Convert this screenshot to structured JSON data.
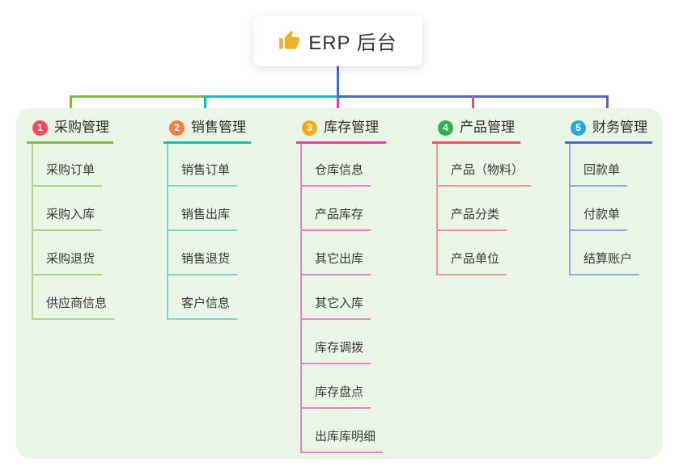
{
  "page": {
    "background": "#ffffff"
  },
  "panel": {
    "background": "#e9f5e5"
  },
  "root": {
    "title": "ERP 后台",
    "icon": "thumbs-up",
    "icon_color": "#efb02c",
    "stem_color": "#4a66d2"
  },
  "branches": [
    {
      "badge": "1",
      "label": "采购管理",
      "badge_color": "#f4485f",
      "line_color": "#82bb42",
      "child_line_color": "#aed581",
      "children": [
        "采购订单",
        "采购入库",
        "采购退货",
        "供应商信息"
      ]
    },
    {
      "badge": "2",
      "label": "销售管理",
      "badge_color": "#f97c3d",
      "line_color": "#17bdb3",
      "child_line_color": "#78d8ca",
      "children": [
        "销售订单",
        "销售出库",
        "销售退货",
        "客户信息"
      ]
    },
    {
      "badge": "3",
      "label": "库存管理",
      "badge_color": "#fbab18",
      "line_color": "#e23fae",
      "child_line_color": "#f080cb",
      "children": [
        "仓库信息",
        "产品库存",
        "其它出库",
        "其它入库",
        "库存调拨",
        "库存盘点",
        "出库库明细"
      ]
    },
    {
      "badge": "4",
      "label": "产品管理",
      "badge_color": "#2cb14f",
      "line_color": "#f2525d",
      "child_line_color": "#f4959b",
      "children": [
        "产品（物料）",
        "产品分类",
        "产品单位"
      ]
    },
    {
      "badge": "5",
      "label": "财务管理",
      "badge_color": "#29a9e1",
      "line_color": "#4a66d2",
      "child_line_color": "#93aadf",
      "children": [
        "回款单",
        "付款单",
        "结算账户"
      ]
    }
  ]
}
